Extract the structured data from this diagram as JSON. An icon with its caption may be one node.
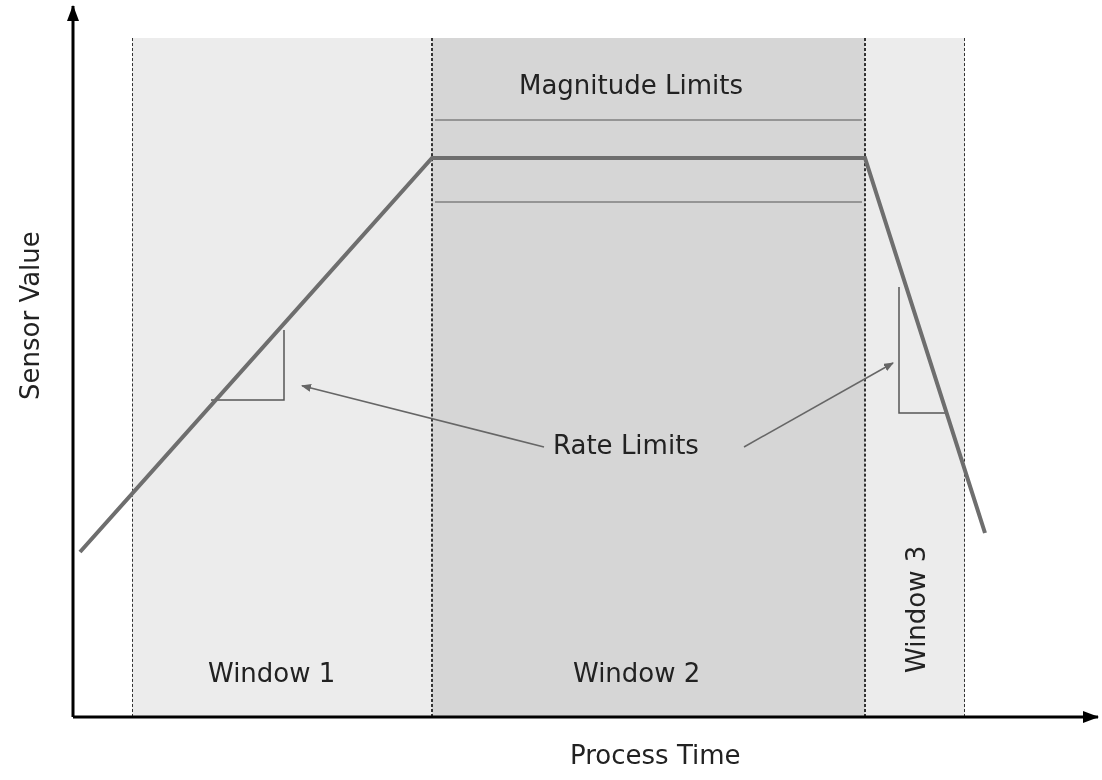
{
  "diagram": {
    "nodes": [
      {
        "text": [
          "Window 1"
        ]
      },
      {
        "text": [
          "Window 2"
        ]
      },
      {
        "text": [
          "Window 3"
        ]
      },
      {
        "text": [
          "Rate Limits"
        ],
        "in": 1
      },
      {
        "text": [],
        "shape": "triangle",
        "in": 0
      },
      {
        "text": [],
        "shape": "triangle",
        "in": 2
      }
    ],
    "edges": [
      {
        "from": 3,
        "to": 4,
        "arrow": "to"
      },
      {
        "from": 3,
        "to": 5,
        "arrow": "to"
      }
    ],
    "labels": [
      "Magnitude Limits",
      "Sensor Value",
      "Process Time"
    ]
  }
}
